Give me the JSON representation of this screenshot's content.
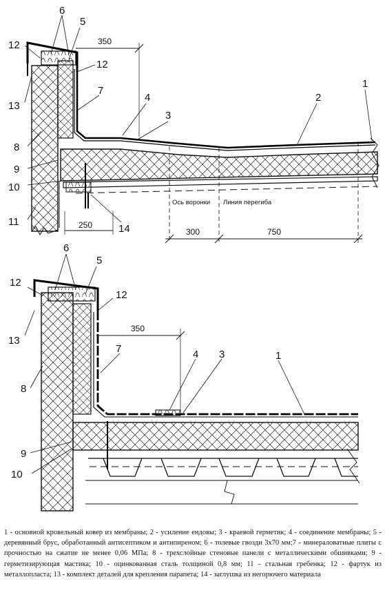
{
  "top_view": {
    "labels": {
      "n1": "1",
      "n2": "2",
      "n3": "3",
      "n4": "4",
      "n5": "5",
      "n6": "6",
      "n7": "7",
      "n8": "8",
      "n9": "9",
      "n10": "10",
      "n11": "11",
      "n12a": "12",
      "n12b": "12",
      "n13": "13",
      "n14": "14"
    },
    "dims": {
      "d350": "350",
      "d250": "250",
      "d300": "300",
      "d750": "750"
    },
    "axis_label": "Ось воронки",
    "bend_label": "Линия перегиба"
  },
  "bottom_view": {
    "labels": {
      "n1": "1",
      "n3": "3",
      "n4": "4",
      "n5": "5",
      "n6": "6",
      "n7": "7",
      "n8": "8",
      "n9": "9",
      "n10": "10",
      "n12a": "12",
      "n12b": "12",
      "n13": "13"
    },
    "dims": {
      "d350": "350"
    }
  },
  "caption": "1 - основной кровельный ковер из мембраны; 2 - усиление ендовы; 3 - краевой герметик; 4 - соединение мембраны; 5 - деревянный брус, обработанный антисептиком и антипиреном; 6 - толевые гвозди 3х70 мм;7 - минераловатные плиты с прочностью на сжатие не менее 0,06 МПа; 8 - трехслойные стеновые панели с металлическими обшивками; 9 - герметизирующая мастика; 10 - оцинкованная сталь толщиной 0,8 мм; 11 - стальная гребенка; 12 - фартук из металлопласта; 13 - комплект деталей для крепления парапета; 14 - заглушка из негорючего материала"
}
